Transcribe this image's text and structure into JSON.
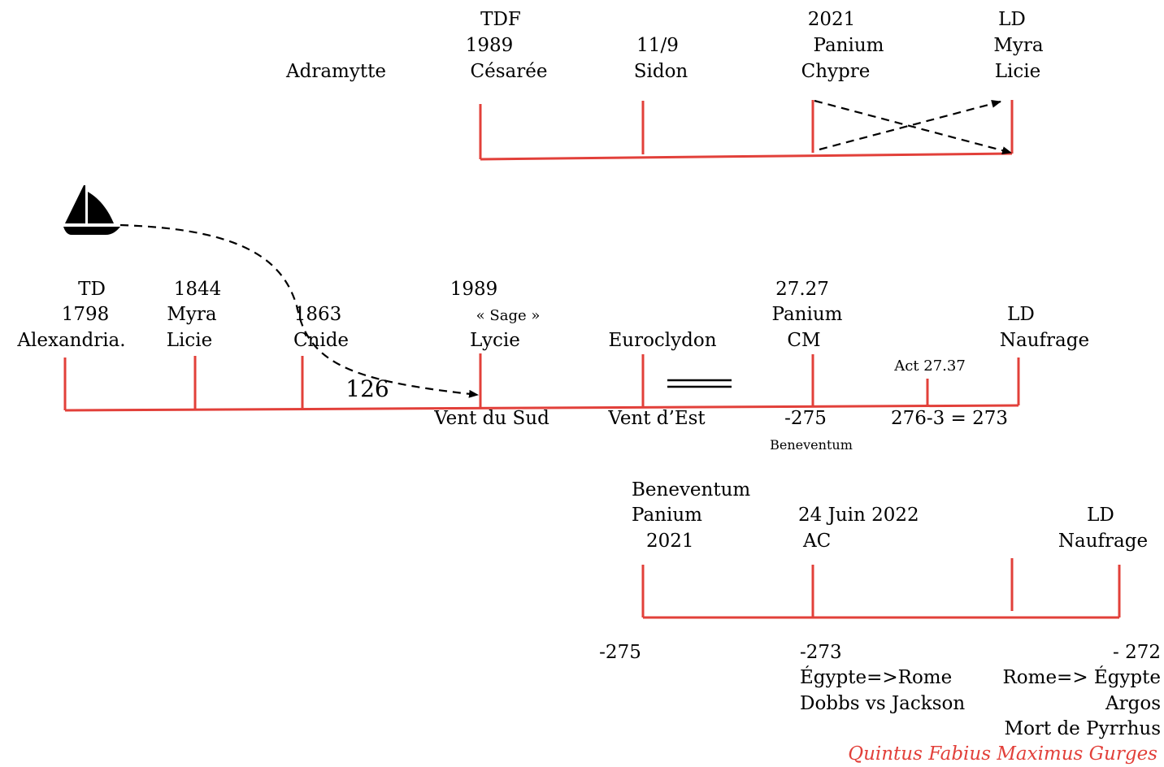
{
  "colors": {
    "timeline": "#e2403a",
    "arrow": "#000000",
    "text": "#000000",
    "highlight": "#e2403a"
  },
  "icons": {
    "boat": "sailboat-icon"
  },
  "top_timeline": {
    "adramytte": "Adramytte",
    "tick1": [
      "TDF",
      "1989",
      "Césarée"
    ],
    "tick2": [
      "11/9",
      "Sidon"
    ],
    "tick3": [
      "2021",
      "Panium",
      "Chypre"
    ],
    "tick4": [
      "LD",
      "Myra",
      "Licie"
    ]
  },
  "middle_timeline": {
    "tick1": [
      "TD",
      "1798",
      "Alexandria."
    ],
    "tick2": [
      "1844",
      "Myra",
      "Licie"
    ],
    "tick3": [
      "1863",
      "Cnide"
    ],
    "tick4": [
      "1989",
      "« Sage »",
      "Lycie"
    ],
    "tick5": [
      "Euroclydon"
    ],
    "tick6": [
      "27.27",
      "Panium",
      "CM"
    ],
    "tick7": [
      "Act 27.37"
    ],
    "tick8": [
      "LD",
      "Naufrage"
    ],
    "arrow_label": "126",
    "below": {
      "vent_sud": "Vent du Sud",
      "vent_est": "Vent d’Est",
      "m275": "-275",
      "beneventum": "Beneventum",
      "calc": "276-3 = 273"
    }
  },
  "bottom_timeline": {
    "tick1": [
      "Beneventum",
      "Panium",
      "2021"
    ],
    "tick2": [
      "24 Juin 2022",
      "AC"
    ],
    "tick4": [
      "LD",
      "Naufrage"
    ],
    "below": {
      "m275": "-275",
      "m273": "-273",
      "egypte_rome": "Égypte=>Rome",
      "dobbs": "Dobbs vs Jackson",
      "m272": "- 272",
      "rome_egypte": "Rome=> Égypte",
      "argos": "Argos",
      "pyrrhus": "Mort de Pyrrhus",
      "fabius": "Quintus Fabius Maximus Gurges"
    }
  }
}
